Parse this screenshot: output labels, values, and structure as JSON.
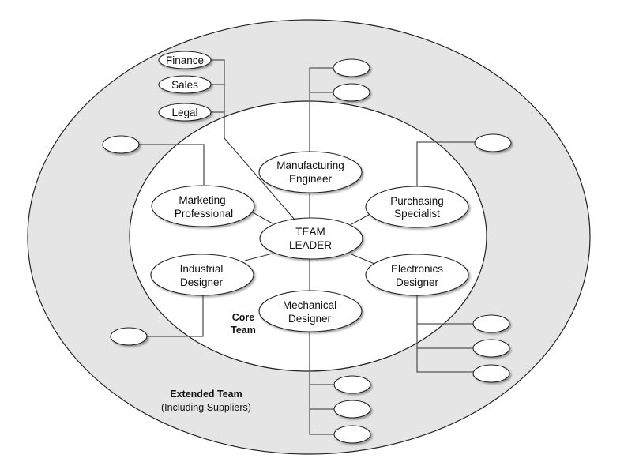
{
  "diagram": {
    "type": "team-structure",
    "colors": {
      "extended_team_fill": "#e5e5e5",
      "core_team_fill": "#ffffff",
      "outline": "#222222",
      "connector": "#555555"
    },
    "center": {
      "id": "team-leader",
      "lines": [
        "TEAM",
        "LEADER"
      ]
    },
    "core_team": {
      "label_lines": [
        "Core",
        "Team"
      ],
      "members": [
        {
          "id": "manufacturing-engineer",
          "lines": [
            "Manufacturing",
            "Engineer"
          ]
        },
        {
          "id": "marketing-professional",
          "lines": [
            "Marketing",
            "Professional"
          ]
        },
        {
          "id": "purchasing-specialist",
          "lines": [
            "Purchasing",
            "Specialist"
          ]
        },
        {
          "id": "industrial-designer",
          "lines": [
            "Industrial",
            "Designer"
          ]
        },
        {
          "id": "electronics-designer",
          "lines": [
            "Electronics",
            "Designer"
          ]
        },
        {
          "id": "mechanical-designer",
          "lines": [
            "Mechanical",
            "Designer"
          ]
        }
      ]
    },
    "extended_team": {
      "label_lines": [
        "Extended Team",
        "(Including Suppliers)"
      ],
      "named_members": [
        {
          "id": "finance",
          "label": "Finance",
          "connects_to": "team-leader"
        },
        {
          "id": "sales",
          "label": "Sales",
          "connects_to": "team-leader"
        },
        {
          "id": "legal",
          "label": "Legal",
          "connects_to": "team-leader"
        }
      ],
      "unnamed_member_counts": {
        "manufacturing-engineer": 2,
        "marketing-professional": 1,
        "purchasing-specialist": 1,
        "industrial-designer": 1,
        "electronics-designer": 3,
        "mechanical-designer": 3
      }
    }
  }
}
